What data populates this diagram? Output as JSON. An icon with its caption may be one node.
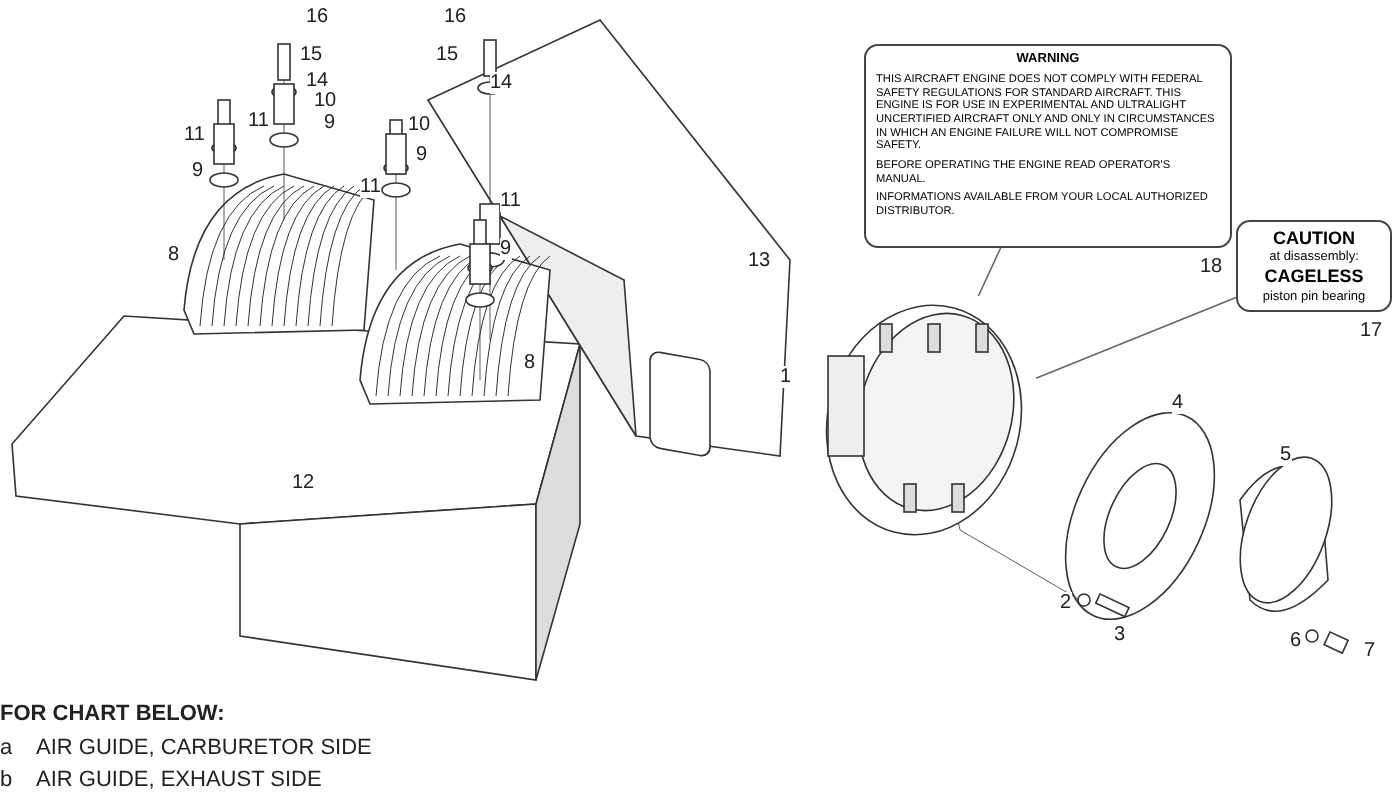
{
  "diagram": {
    "nodes": [
      {
        "text": [
          "WARNING",
          "THIS AIRCRAFT ENGINE DOES NOT COMPLY WITH FEDERAL SAFETY REGULATIONS FOR STANDARD AIRCRAFT. THIS ENGINE IS FOR USE IN EXPERIMENTAL AND ULTRALIGHT UNCERTIFIED AIRCRAFT ONLY AND ONLY IN CIRCUMSTANCES IN WHICH AN ENGINE FAILURE WILL NOT COMPROMISE SAFETY.",
          "BEFORE OPERATING THE ENGINE READ OPERATOR'S MANUAL.",
          "INFORMATIONS AVAILABLE FROM YOUR LOCAL AUTHORIZED DISTRIBUTOR."
        ],
        "beside": [
          "18"
        ]
      },
      {
        "text": [
          "CAUTION",
          "at disassembly:",
          "CAGELESS",
          "piston pin bearing"
        ],
        "beside": [
          "17"
        ]
      },
      {
        "text": [],
        "shape": "picture",
        "beside": [
          "1"
        ]
      }
    ],
    "edges": [
      {
        "from": 0,
        "to": 2,
        "arrow": "none"
      },
      {
        "from": 1,
        "to": 2,
        "arrow": "none"
      }
    ],
    "labels": [
      "16",
      "16",
      "15",
      "15",
      "14",
      "14",
      "10",
      "11",
      "9",
      "10",
      "11",
      "9",
      "9",
      "11",
      "11",
      "9",
      "8",
      "13",
      "8",
      "12",
      "4",
      "5",
      "2",
      "3",
      "6",
      "7",
      "FOR CHART BELOW:",
      "a",
      "AIR GUIDE, CARBURETOR SIDE",
      "b",
      "AIR GUIDE, EXHAUST SIDE"
    ]
  }
}
